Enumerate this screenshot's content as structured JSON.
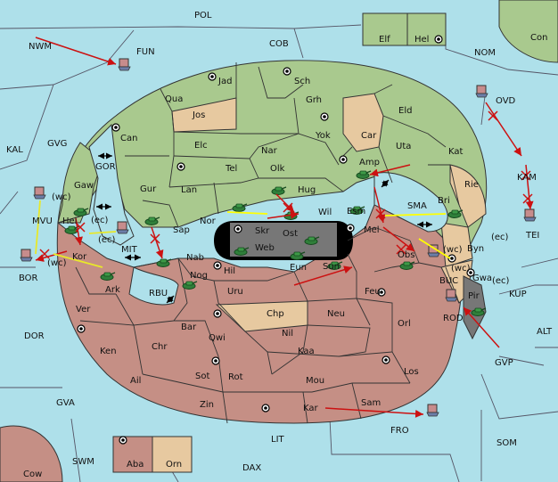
{
  "colors": {
    "sea": "#aee0ea",
    "green": "#a9c98e",
    "red": "#c58f85",
    "tan": "#e7c9a0",
    "neutral": "#ffffff",
    "impassable": "#777777",
    "retreat": "#000000",
    "move_arrow": "#cc1111",
    "support_arrow": "#e8e82a",
    "convoy_arrow": "#ffff00"
  },
  "provinces": {
    "POL": "POL",
    "FUN": "FUN",
    "COB": "COB",
    "NOM": "NOM",
    "Con": "Con",
    "NWM": "NWM",
    "Elf": "Elf",
    "Hel": "Hel",
    "KAL": "KAL",
    "GVG": "GVG",
    "OVD": "OVD",
    "KAM": "KAM",
    "TEI": "TEI",
    "Jad": "Jad",
    "Sch": "Sch",
    "Qua": "Qua",
    "Grh": "Grh",
    "Jos": "Jos",
    "Eld": "Eld",
    "Can": "Can",
    "Yok": "Yok",
    "Car": "Car",
    "Elc": "Elc",
    "Nar": "Nar",
    "Uta": "Uta",
    "Kat": "Kat",
    "Tel": "Tel",
    "Olk": "Olk",
    "Amp": "Amp",
    "GOR": "GOR",
    "Gaw": "Gaw",
    "Gur": "Gur",
    "Lan": "Lan",
    "Hug": "Hug",
    "Rie": "Rie",
    "Bri": "Bri",
    "Esm": "Esm",
    "SMA": "SMA",
    "Wil": "Wil",
    "Nor": "Nor",
    "Skr": "Skr",
    "Ost": "Ost",
    "Web": "Web",
    "Sap": "Sap",
    "MVU": "MVU",
    "Hei": "Hei",
    "Mel": "Mel",
    "Byn": "Byn",
    "BOR": "BOR",
    "Kor": "Kor",
    "MIT": "MIT",
    "Nab": "Nab",
    "Hil": "Hil",
    "Eun": "Eun",
    "Sun": "Sun",
    "Obs": "Obs",
    "Gwa": "Gwa",
    "BUC": "BUC",
    "KUP": "KUP",
    "Ark": "Ark",
    "Nog": "Nog",
    "RBU": "RBU",
    "Uru": "Uru",
    "Feu": "Feu",
    "Pir": "Pir",
    "ROD": "ROD",
    "Ver": "Ver",
    "Chp": "Chp",
    "Neu": "Neu",
    "Orl": "Orl",
    "Bar": "Bar",
    "Qwi": "Qwi",
    "Nil": "Nil",
    "ALT": "ALT",
    "DOR": "DOR",
    "Ken": "Ken",
    "Chr": "Chr",
    "Kaa": "Kaa",
    "GVP": "GVP",
    "Ail": "Ail",
    "Sot": "Sot",
    "Rot": "Rot",
    "Mou": "Mou",
    "Los": "Los",
    "GVA": "GVA",
    "Zin": "Zin",
    "Kar": "Kar",
    "Sam": "Sam",
    "FRO": "FRO",
    "LIT": "LIT",
    "SOM": "SOM",
    "Aba": "Aba",
    "Orn": "Orn",
    "SWM": "SWM",
    "DAX": "DAX",
    "Cow": "Cow"
  },
  "coast_tags": {
    "wc": "(wc)",
    "ec": "(ec)"
  }
}
